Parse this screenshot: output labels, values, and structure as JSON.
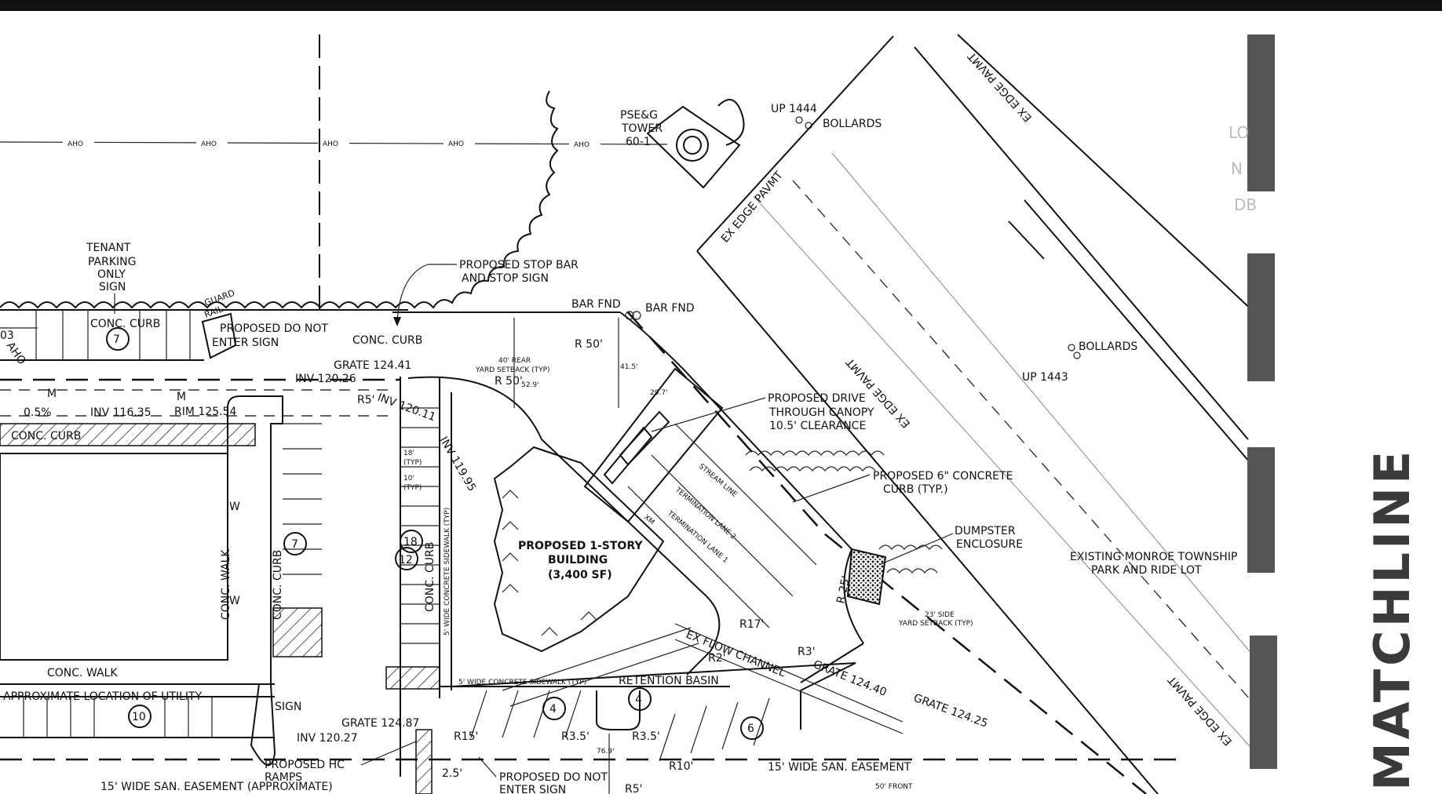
{
  "labels": {
    "tenant_parking": "TENANT",
    "tenant_parking2": "PARKING",
    "tenant_parking3": "ONLY",
    "tenant_parking4": "SIGN",
    "pseg_tower": "PSE&G",
    "pseg_tower2": "TOWER",
    "pseg_tower3": "60-1",
    "up1444": "UP 1444",
    "bollards_top": "BOLLARDS",
    "bollards_right": "BOLLARDS",
    "up1443": "UP 1443",
    "ex_edge_pavmt_1": "EX EDGE PAVMT",
    "ex_edge_pavmt_2": "EX EDGE PAVMT",
    "ex_edge_pavmt_3": "EX EDGE PAVMT",
    "ex_edge_pavmt_4": "EX EDGE PAVMT",
    "stop_bar": "PROPOSED STOP BAR",
    "stop_sign": "AND STOP SIGN",
    "bar_fnd_1": "BAR FND",
    "bar_fnd_2": "BAR FND",
    "conc_curb_1": "CONC. CURB",
    "conc_curb_2": "CONC. CURB",
    "conc_curb_3": "CONC. CURB",
    "conc_curb_4": "CONC. CURB",
    "conc_curb_5": "CONC. CURB",
    "guard_rail": "GUARD",
    "guard_rail2": "RAIL",
    "do_not_enter": "PROPOSED DO NOT",
    "do_not_enter2": "ENTER SIGN",
    "grate_1": "GRATE 124.41",
    "inv_1": "INV 120.26",
    "r50_1": "R 50'",
    "r50_2": "R 50'",
    "rear_setback": "40' REAR",
    "rear_setback2": "YARD SETBACK (TYP)",
    "dim_415": "41.5'",
    "dim_529": "52.9'",
    "dim_297": "29.7'",
    "inv_11635": "INV 116.35",
    "rim_12554": "RIM 125.54",
    "r5": "R5'",
    "canopy": "PROPOSED DRIVE",
    "canopy2": "THROUGH CANOPY",
    "canopy3": "10.5' CLEARANCE",
    "curb_6": "PROPOSED 6\" CONCRETE",
    "curb_6b": "CURB (TYP.)",
    "dumpster": "DUMPSTER",
    "dumpster2": "ENCLOSURE",
    "monroe": "EXISTING MONROE TOWNSHIP",
    "monroe2": "PARK AND RIDE LOT",
    "building": "PROPOSED 1-STORY",
    "building2": "BUILDING",
    "building3": "(3,400 SF)",
    "conc_walk_1": "CONC. WALK",
    "conc_walk_2": "CONC. WALK",
    "utility": "APPROXIMATE LOCATION OF UTILITY",
    "sign": "SIGN",
    "grate_2": "GRATE 124.87",
    "inv_2": "INV 120.27",
    "proposed_hc": "PROPOSED HC",
    "ramps": "RAMPS",
    "san_easement_1": "15' WIDE SAN. EASEMENT (APPROXIMATE)",
    "san_easement_2": "15' WIDE SAN. EASEMENT",
    "do_not_enter_b": "PROPOSED DO NOT",
    "do_not_enter_b2": "ENTER SIGN",
    "retention": "RETENTION BASIN",
    "flow_channel": "EX FLOW CHANNEL",
    "grate_3": "GRATE 124.40",
    "grate_4": "GRATE 124.25",
    "r17": "R17'",
    "r2": "R2'",
    "r3": "R3'",
    "r25": "R 25'",
    "r15": "R15'",
    "r35a": "R3.5'",
    "r35b": "R3.5'",
    "r10": "R10'",
    "r5b": "R5'",
    "dim_25": "2.5'",
    "side_setback": "23' SIDE",
    "side_setback2": "YARD SETBACK (TYP)",
    "front_setback": "50' FRONT",
    "sidewalk": "5' WIDE CONCRETE SIDEWALK (TYP)",
    "sidewalk_v": "5' WIDE CONCRETE SIDEWALK (TYP)",
    "dim_18": "18'",
    "dim_typ1": "(TYP)",
    "dim_10": "10'",
    "dim_typ2": "(TYP)",
    "inv_119": "INV 119.95",
    "inv_12011": "INV 120.11",
    "slope": "0.5%",
    "stream_line": "STREAM LINE",
    "term_lane2": "TERMINATION LANE 2",
    "term_lane1": "TERMINATION LANE 1",
    "xm": "XM",
    "dim_769": "76.9'",
    "ln_n": "N",
    "ln_lo": "LO",
    "ln_db": "DB",
    "label_03": "03",
    "match": "MATCHLINE"
  },
  "parking_counts": [
    "7",
    "7",
    "18",
    "12",
    "10",
    "4",
    "4",
    "6"
  ],
  "utility_line_tag": "AHO"
}
